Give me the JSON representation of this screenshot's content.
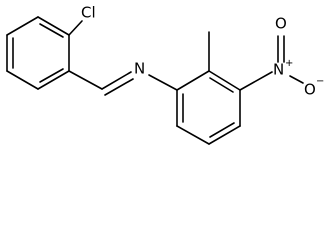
{
  "molecule": {
    "atoms": {
      "chlorine": "Cl",
      "imine_nitrogen": "N",
      "nitro_nitrogen": "N",
      "nitro_charge_positive": "+",
      "nitro_oxygen_single": "O",
      "nitro_oxygen_single_charge": "−",
      "nitro_oxygen_double": "O"
    }
  }
}
